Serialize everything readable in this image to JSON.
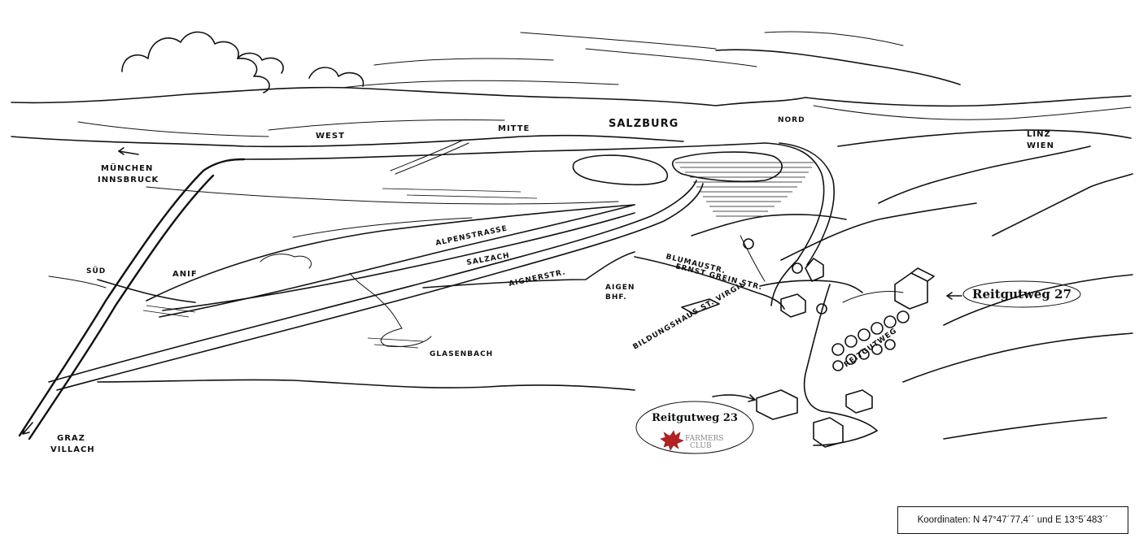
{
  "map": {
    "places": {
      "salzburg": "SALZBURG",
      "west": "WEST",
      "mitte": "MITTE",
      "nord": "NORD",
      "linz": "LINZ",
      "wien": "WIEN",
      "muenchen": "MÜNCHEN",
      "innsbruck": "INNSBRUCK",
      "sued": "SÜD",
      "anif": "ANIF",
      "alpenstrasse": "ALPENSTRASSE",
      "salzach": "SALZACH",
      "aignerstr": "AIGNERSTR.",
      "aigen": "AIGEN",
      "bhf": "BHF.",
      "blumaustr": "BLUMAUSTR.",
      "ernst_grein_str": "ERNST GREIN STR.",
      "glasenbach": "GLASENBACH",
      "bildungshaus": "BILDUNGSHAUS ST. VIRGIL",
      "reitgutweg_road": "REITGUTWEG",
      "graz": "GRAZ",
      "villach": "VILLACH"
    },
    "callouts": {
      "reitgutweg_27": "Reitgutweg 27",
      "reitgutweg_23": "Reitgutweg 23",
      "logo_line1": "FARMERS",
      "logo_line2": "CLUB"
    },
    "logo_color": "#b22222"
  },
  "footer": {
    "coordinates": "Koordinaten: N 47°47´77,4´´ und E 13°5´483´´"
  }
}
